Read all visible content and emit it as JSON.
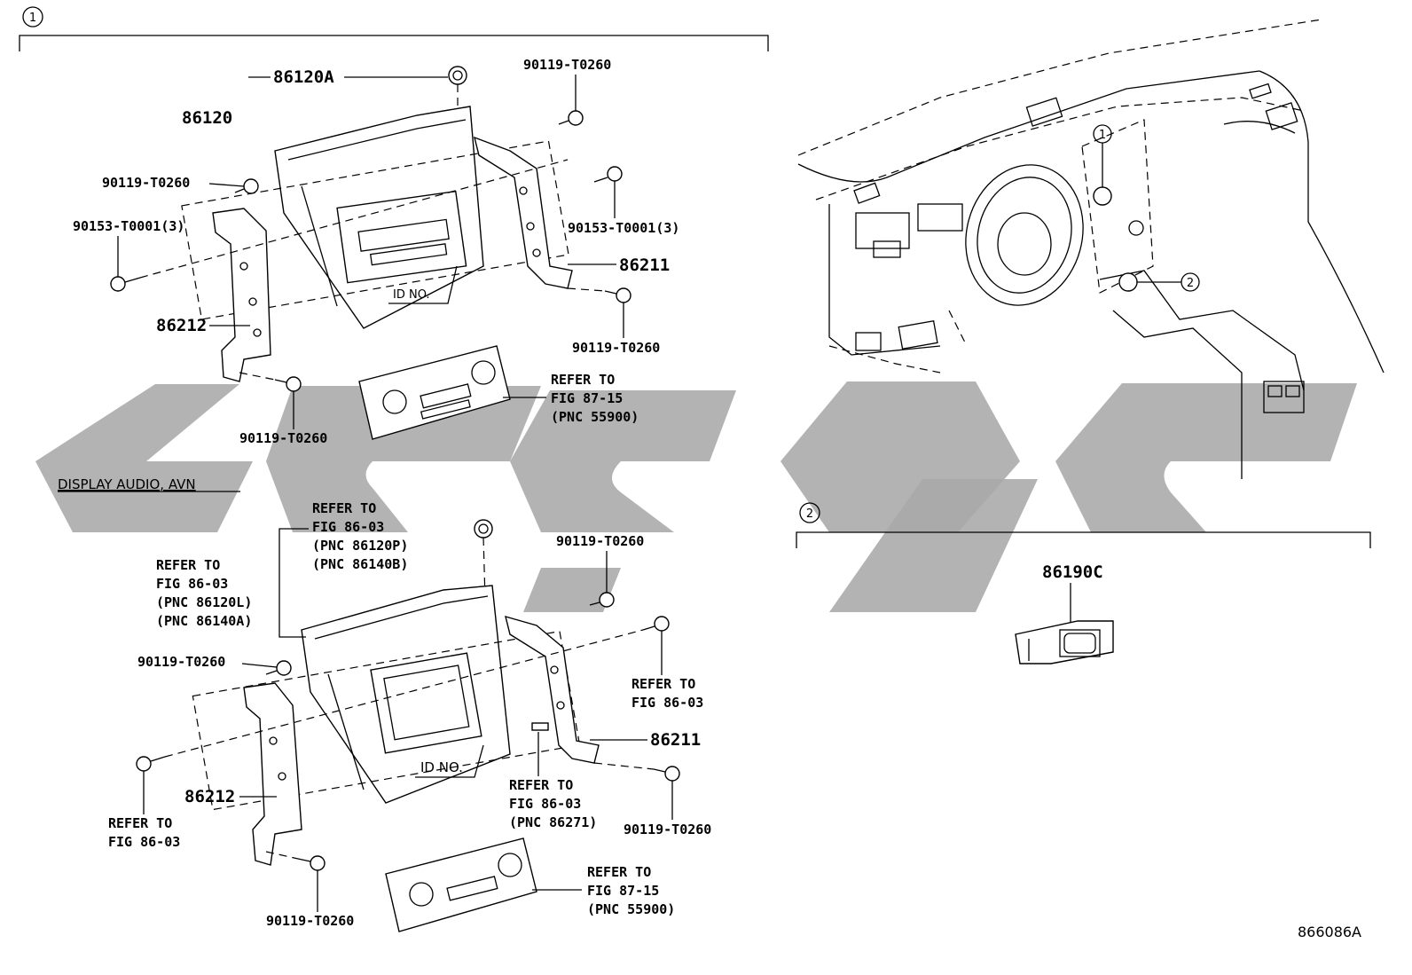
{
  "section1": {
    "marker": "1",
    "callouts": {
      "c86120A": "86120A",
      "c86120": "86120",
      "bolt_tr": "90119-T0260",
      "bolt_tl": "90119-T0260",
      "screw_l": "90153-T0001(3)",
      "screw_r": "90153-T0001(3)",
      "c86211": "86211",
      "bolt_r": "90119-T0260",
      "c86212": "86212",
      "bolt_b": "90119-T0260",
      "id_no": "ID NO.",
      "refer_lines": [
        "REFER TO",
        "FIG 87-15",
        "(PNC 55900)"
      ]
    }
  },
  "display_audio": {
    "heading": "DISPLAY AUDIO, AVN",
    "callouts": {
      "refer_top": [
        "REFER TO",
        "FIG 86-03",
        "(PNC 86120P)",
        "(PNC 86140B)"
      ],
      "refer_left": [
        "REFER TO",
        "FIG 86-03",
        "(PNC 86120L)",
        "(PNC 86140A)"
      ],
      "bolt_tr": "90119-T0260",
      "bolt_tl": "90119-T0260",
      "refer_right": [
        "REFER TO",
        "FIG 86-03"
      ],
      "c86211": "86211",
      "refer_center": [
        "REFER TO",
        "FIG 86-03",
        "(PNC 86271)"
      ],
      "bolt_r": "90119-T0260",
      "c86212": "86212",
      "refer_bl": [
        "REFER TO",
        "FIG 86-03"
      ],
      "bolt_b": "90119-T0260",
      "id_no": "ID NO.",
      "refer_bottom": [
        "REFER TO",
        "FIG 87-15",
        "(PNC 55900)"
      ]
    }
  },
  "overview": {
    "marker1": "1",
    "marker2": "2"
  },
  "section2": {
    "marker": "2",
    "part": "86190C"
  },
  "figure_id": "866086A"
}
